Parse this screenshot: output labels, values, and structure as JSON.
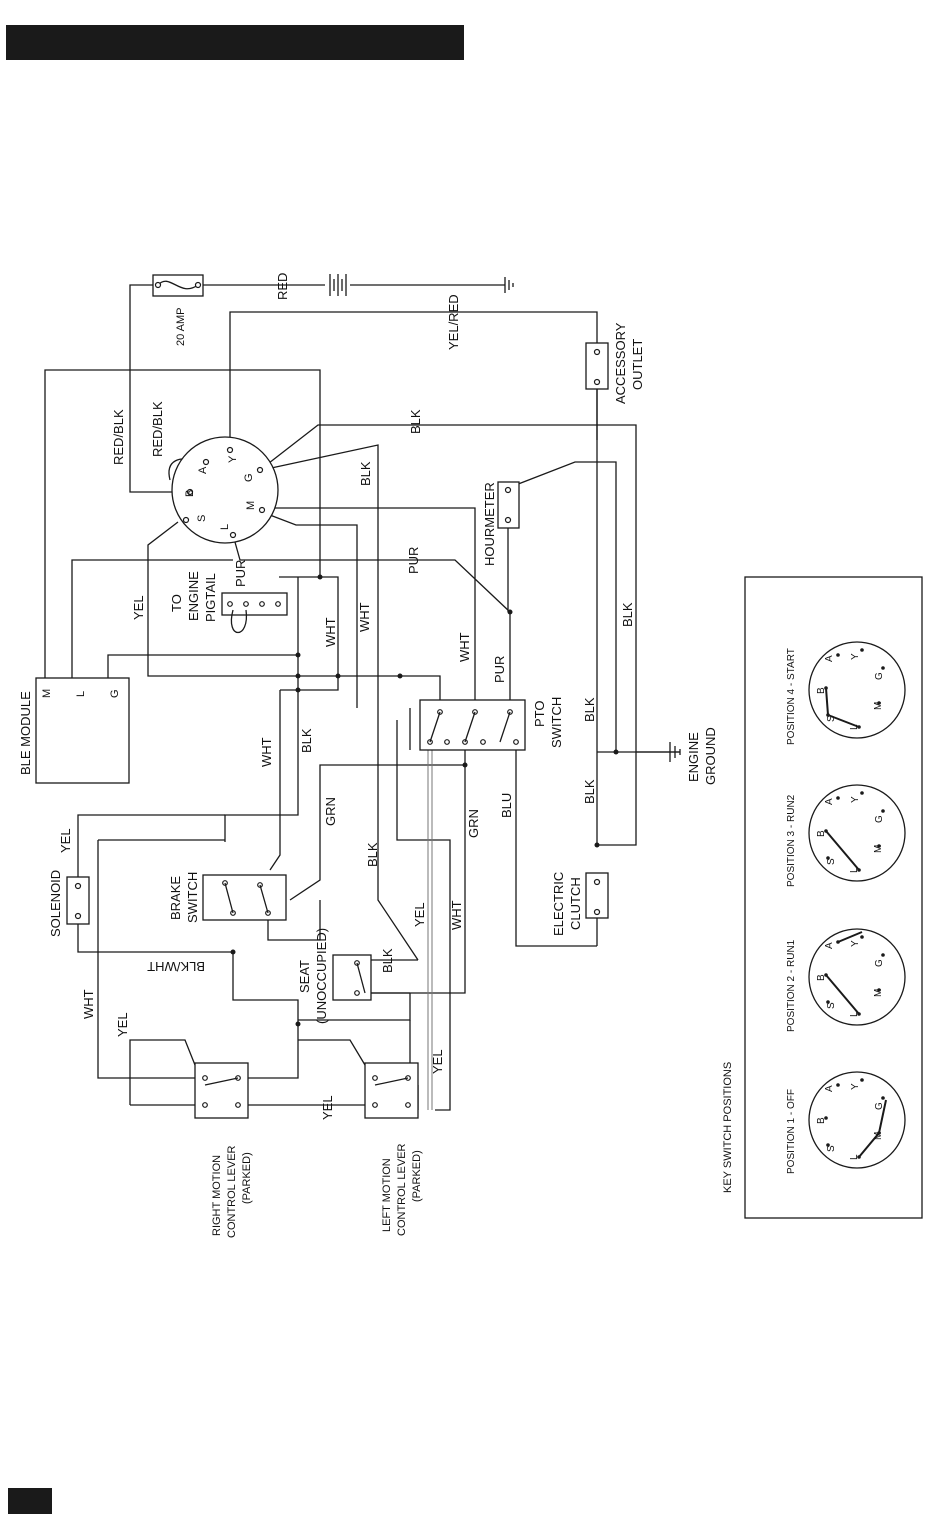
{
  "diagram": {
    "components": {
      "fuse": "20 AMP",
      "accessory_outlet": [
        "ACCESSORY",
        "OUTLET"
      ],
      "ble_module": "BLE MODULE",
      "ble_terminals": [
        "M",
        "L",
        "G"
      ],
      "engine_pigtail": [
        "TO",
        "ENGINE",
        "PIGTAIL"
      ],
      "hourmeter": "HOURMETER",
      "pto_switch": [
        "PTO",
        "SWITCH"
      ],
      "engine_ground": [
        "ENGINE",
        "GROUND"
      ],
      "solenoid": "SOLENOID",
      "brake_switch": [
        "BRAKE",
        "SWITCH"
      ],
      "seat": [
        "SEAT",
        "(UNOCCUPIED)"
      ],
      "electric_clutch": [
        "ELECTRIC",
        "CLUTCH"
      ],
      "right_lever": [
        "RIGHT MOTION",
        "CONTROL LEVER",
        "(PARKED)"
      ],
      "left_lever": [
        "LEFT MOTION",
        "CONTROL LEVER",
        "(PARKED)"
      ]
    },
    "ignition_terminals": [
      "B",
      "A",
      "Y",
      "G",
      "M",
      "L",
      "S"
    ],
    "wires": {
      "red": "RED",
      "yel_red": "YEL/RED",
      "red_blk": "RED/BLK",
      "blk": "BLK",
      "pur": "PUR",
      "yel": "YEL",
      "wht": "WHT",
      "grn": "GRN",
      "blu": "BLU",
      "blk_wht": "BLK/WHT"
    }
  },
  "key_switch": {
    "title": "KEY SWITCH POSITIONS",
    "positions": [
      "POSITION 1 - OFF",
      "POSITION 2 - RUN1",
      "POSITION 3 - RUN2",
      "POSITION 4 - START"
    ],
    "terminals": [
      "S",
      "B",
      "A",
      "Y",
      "G",
      "M",
      "L"
    ]
  }
}
